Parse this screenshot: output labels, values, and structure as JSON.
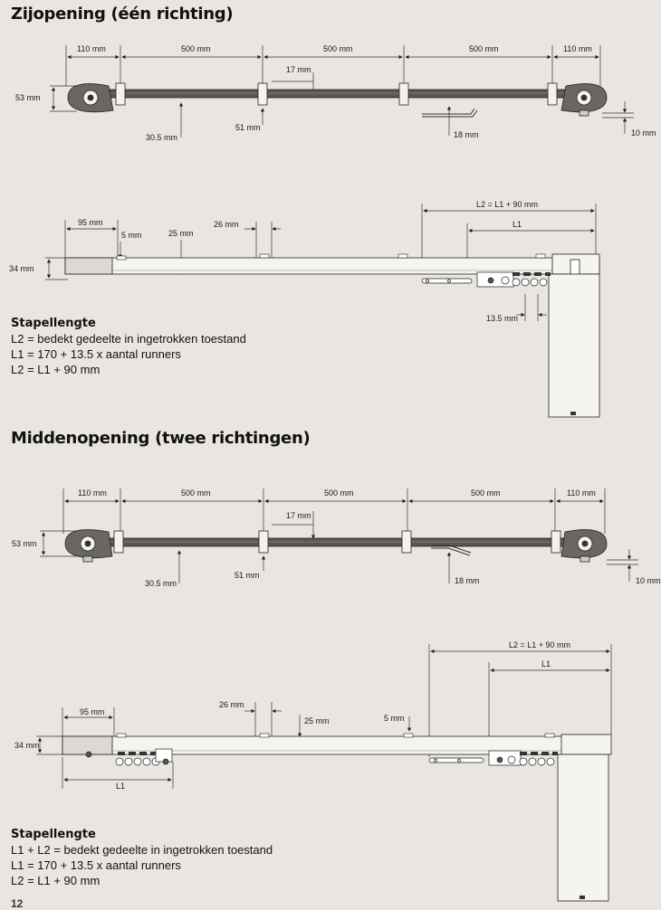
{
  "section1": {
    "title": "Zijopening (één richting)",
    "top": {
      "dims": [
        "110 mm",
        "500 mm",
        "500 mm",
        "500 mm",
        "110 mm"
      ],
      "height": "53 mm",
      "gap": "17 mm",
      "rail": "30.5 mm",
      "bracket": "51 mm",
      "hook": "18 mm",
      "side": "10 mm"
    },
    "side": {
      "start": "95 mm",
      "notch": "5 mm",
      "depth": "25 mm",
      "clip": "26 mm",
      "height": "34 mm",
      "l2": "L2 = L1 + 90 mm",
      "l1": "L1",
      "runner": "13.5 mm"
    },
    "stack": {
      "heading": "Stapellengte",
      "lines": [
        "L2 = bedekt gedeelte in ingetrokken toestand",
        "L1 = 170 + 13.5 x aantal runners",
        "L2 = L1 + 90 mm"
      ]
    }
  },
  "section2": {
    "title": "Middenopening (twee richtingen)",
    "top": {
      "dims": [
        "110 mm",
        "500 mm",
        "500 mm",
        "500 mm",
        "110 mm"
      ],
      "height": "53 mm",
      "gap": "17 mm",
      "rail": "30.5 mm",
      "bracket": "51 mm",
      "hook": "18 mm",
      "side": "10 mm"
    },
    "side": {
      "start": "95 mm",
      "clip": "26 mm",
      "depth": "25 mm",
      "notch": "5 mm",
      "height": "34 mm",
      "l2": "L2 = L1 + 90 mm",
      "l1": "L1",
      "l1_left": "L1"
    },
    "stack": {
      "heading": "Stapellengte",
      "lines": [
        "L1 + L2 = bedekt gedeelte in ingetrokken toestand",
        "L1 = 170 + 13.5 x aantal runners",
        "L2 = L1 + 90 mm"
      ]
    }
  },
  "page_number": "12"
}
